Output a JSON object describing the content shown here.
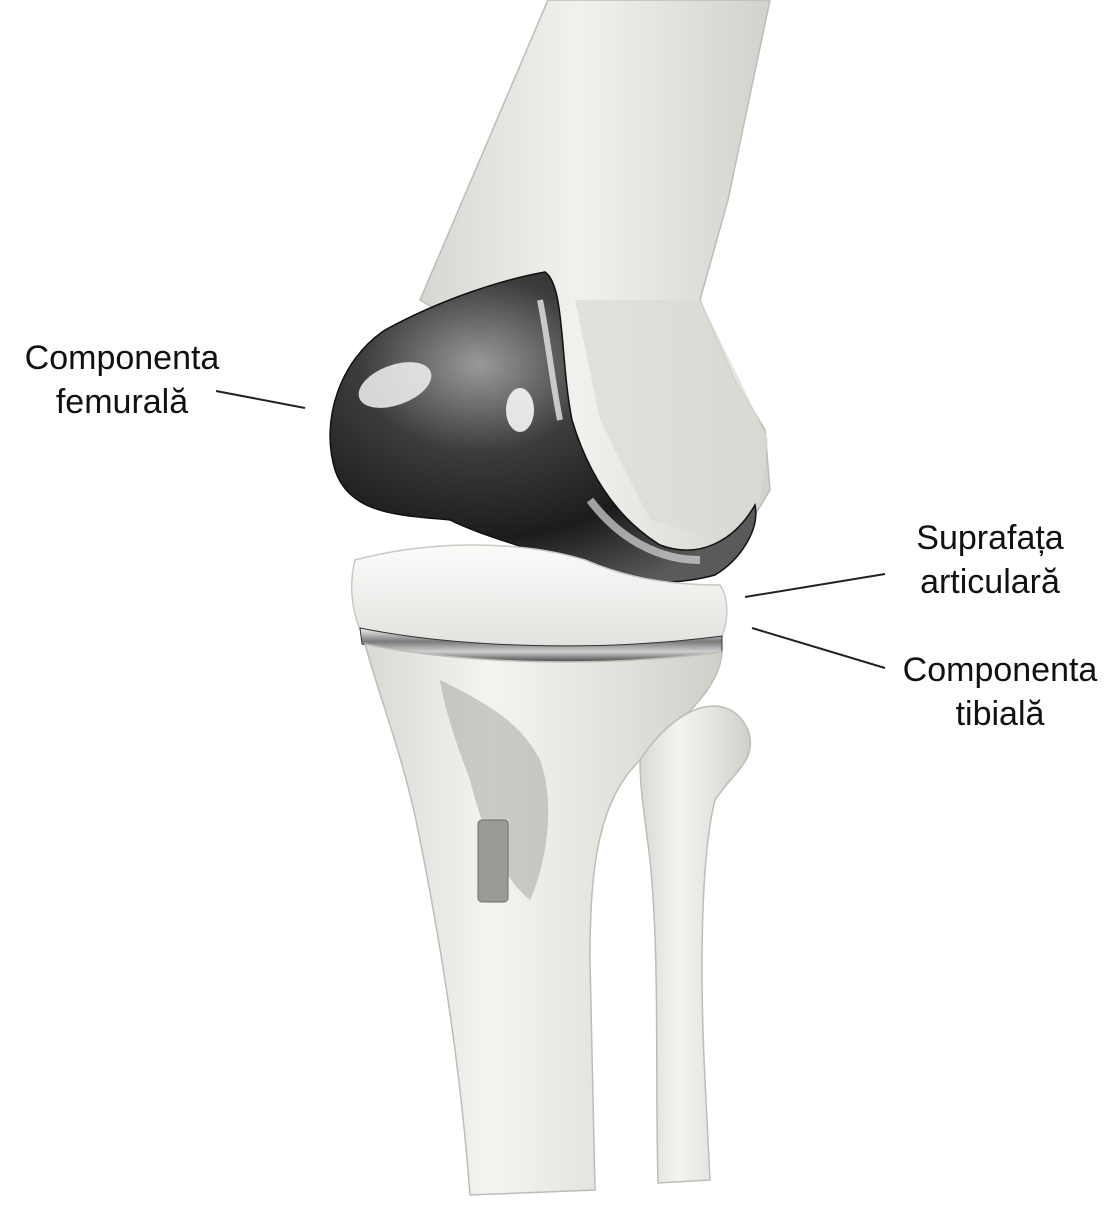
{
  "labels": {
    "femoral": {
      "line1": "Componenta",
      "line2": "femurală"
    },
    "articular": {
      "line1": "Suprafața",
      "line2": "articulară"
    },
    "tibial": {
      "line1": "Componenta",
      "line2": "tibială"
    }
  },
  "colors": {
    "bone": "#e9e9e6",
    "bone_shadow": "#c9c9c4",
    "metal_dark": "#2a2a2a",
    "metal_light": "#f2f2f2",
    "insert": "#f4f4f2",
    "leader_line": "#222222",
    "text": "#111111"
  }
}
